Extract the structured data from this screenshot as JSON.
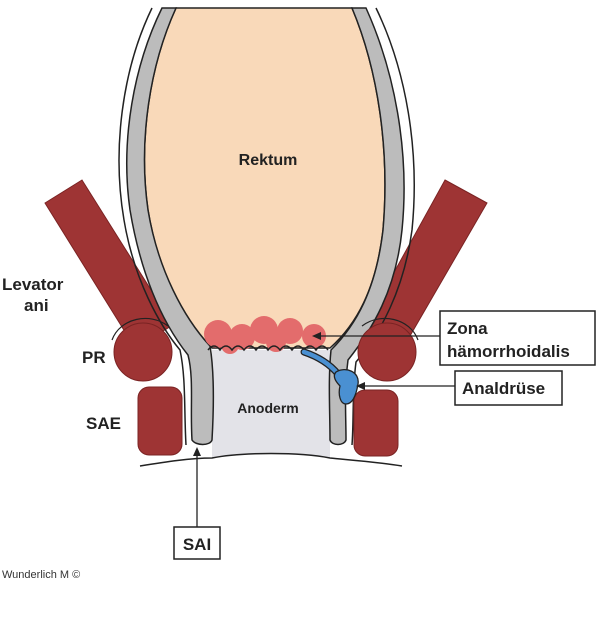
{
  "labels": {
    "rektum": "Rektum",
    "levator_line1": "Levator",
    "levator_line2": "ani",
    "pr": "PR",
    "sae": "SAE",
    "anoderm": "Anoderm",
    "zona_line1": "Zona",
    "zona_line2": "hämorrhoidalis",
    "analdruese": "Analdrüse",
    "sai": "SAI"
  },
  "credit": "Wunderlich M ©",
  "colors": {
    "rectum_fill": "#f9d9b9",
    "muscle_fill": "#9e3434",
    "muscle_dark": "#7a2323",
    "wall_gray": "#bcbcbc",
    "anoderm_fill": "#e3e3e8",
    "hemorrhoid_fill": "#e36c6c",
    "gland_fill": "#4a90d2",
    "outline": "#222222"
  }
}
